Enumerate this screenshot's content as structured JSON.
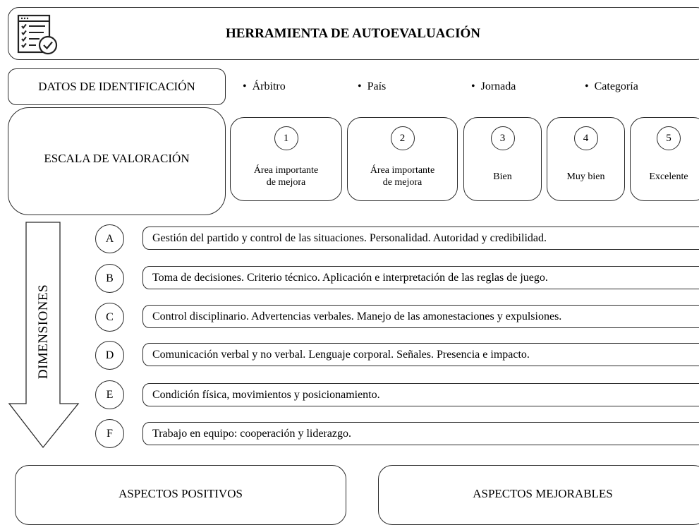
{
  "header": {
    "title": "HERRAMIENTA DE AUTOEVALUACIÓN",
    "icon": "checklist-form-icon"
  },
  "identification": {
    "title": "DATOS DE IDENTIFICACIÓN",
    "items": [
      "Árbitro",
      "País",
      "Jornada",
      "Categoría"
    ]
  },
  "scale": {
    "title": "ESCALA DE VALORACIÓN",
    "levels": [
      {
        "number": "1",
        "label": "Área importante\nde mejora"
      },
      {
        "number": "2",
        "label": "Área importante\nde mejora"
      },
      {
        "number": "3",
        "label": "Bien"
      },
      {
        "number": "4",
        "label": "Muy bien"
      },
      {
        "number": "5",
        "label": "Excelente"
      }
    ]
  },
  "dimensions": {
    "title": "DIMENSIONES",
    "items": [
      {
        "letter": "A",
        "text": "Gestión del partido y control de las situaciones. Personalidad. Autoridad y credibilidad."
      },
      {
        "letter": "B",
        "text": "Toma de decisiones. Criterio técnico. Aplicación e interpretación de las reglas de juego."
      },
      {
        "letter": "C",
        "text": "Control disciplinario. Advertencias verbales. Manejo de las amonestaciones y expulsiones."
      },
      {
        "letter": "D",
        "text": "Comunicación verbal y no verbal. Lenguaje corporal. Señales. Presencia e impacto."
      },
      {
        "letter": "E",
        "text": "Condición física, movimientos y posicionamiento."
      },
      {
        "letter": "F",
        "text": "Trabajo en equipo: cooperación y liderazgo."
      }
    ]
  },
  "aspects": {
    "positive": "ASPECTOS POSITIVOS",
    "improvable": "ASPECTOS MEJORABLES"
  }
}
